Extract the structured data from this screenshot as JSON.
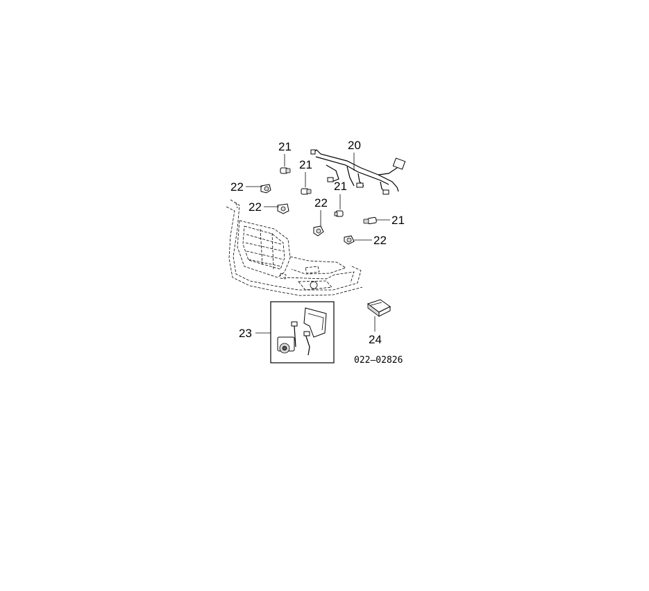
{
  "callouts": {
    "c20": "20",
    "c21a": "21",
    "c21b": "21",
    "c21c": "21",
    "c21d": "21",
    "c22a": "22",
    "c22b": "22",
    "c22c": "22",
    "c22d": "22",
    "c23": "23",
    "c24": "24"
  },
  "reference_number": "022–02826"
}
